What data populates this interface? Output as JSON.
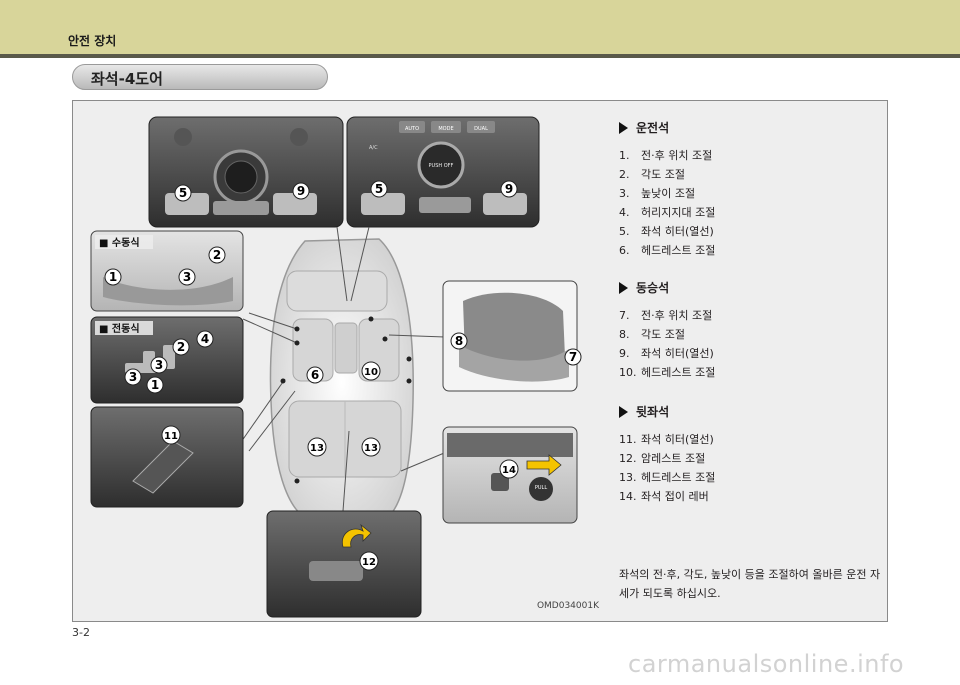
{
  "header": {
    "title": "안전 장치"
  },
  "section": {
    "title": "좌석-4도어"
  },
  "illustration": {
    "image_code": "OMD034001K",
    "manual_label": "■ 수동식",
    "power_label": "■ 전동식",
    "callouts": [
      "1",
      "2",
      "3",
      "4",
      "5",
      "6",
      "7",
      "8",
      "9",
      "10",
      "11",
      "12",
      "13",
      "14"
    ],
    "panel_labels": {
      "push_off": "PUSH OFF",
      "pull": "PULL",
      "auto": "AUTO",
      "mode": "MODE",
      "dual": "DUAL",
      "ac": "A/C"
    }
  },
  "sidebar": {
    "driver": {
      "heading": "운전석",
      "items": [
        {
          "num": "1.",
          "text": "전·후 위치 조절"
        },
        {
          "num": "2.",
          "text": "각도 조절"
        },
        {
          "num": "3.",
          "text": "높낮이 조절"
        },
        {
          "num": "4.",
          "text": "허리지지대 조절"
        },
        {
          "num": "5.",
          "text": "좌석 히터(열선)"
        },
        {
          "num": "6.",
          "text": "헤드레스트 조절"
        }
      ]
    },
    "passenger": {
      "heading": "동승석",
      "items": [
        {
          "num": "7.",
          "text": "전·후 위치 조절"
        },
        {
          "num": "8.",
          "text": "각도 조절"
        },
        {
          "num": "9.",
          "text": "좌석 히터(열선)"
        },
        {
          "num": "10.",
          "text": "헤드레스트 조절"
        }
      ]
    },
    "rear": {
      "heading": "뒷좌석",
      "items": [
        {
          "num": "11.",
          "text": "좌석 히터(열선)"
        },
        {
          "num": "12.",
          "text": "암레스트 조절"
        },
        {
          "num": "13.",
          "text": "헤드레스트 조절"
        },
        {
          "num": "14.",
          "text": "좌석 접이 레버"
        }
      ]
    },
    "note": "좌석의 전·후, 각도, 높낮이 등을 조절하여 올바른 운전 자세가 되도록 하십시오."
  },
  "footer": {
    "page": "3-2",
    "watermark": "carmanualsonline.info"
  }
}
